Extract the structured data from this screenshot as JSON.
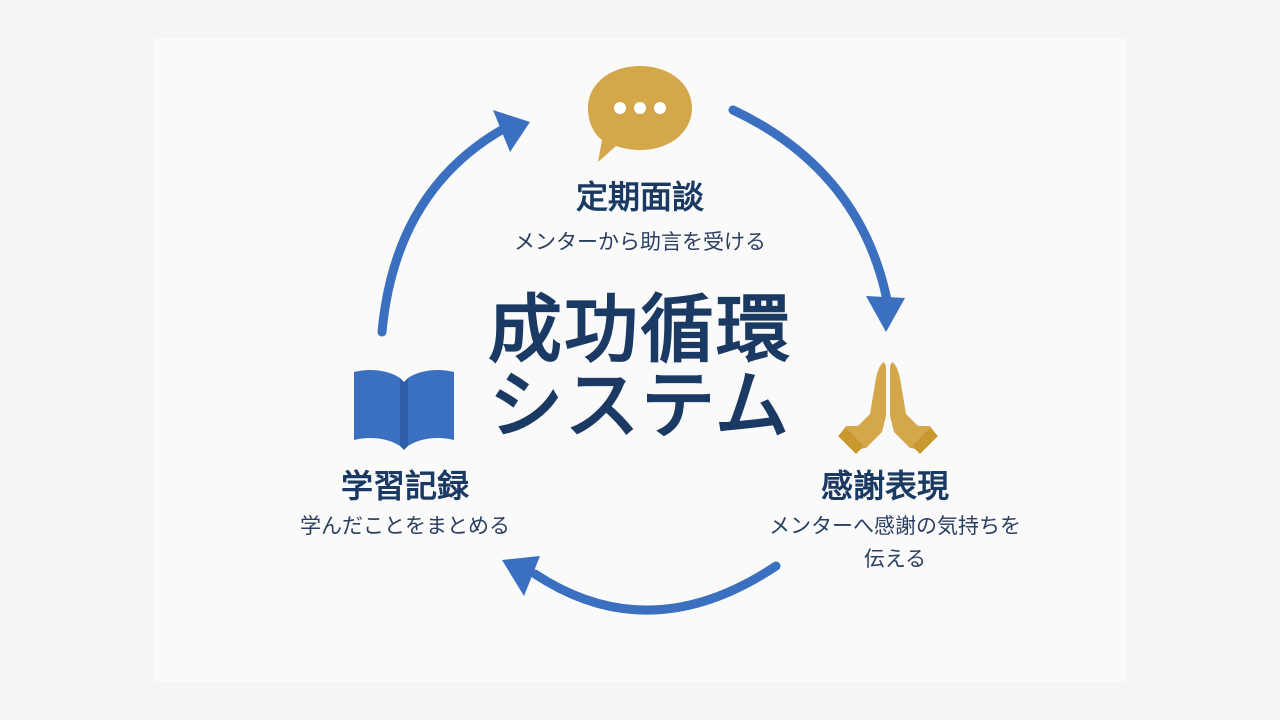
{
  "center": {
    "line1": "成功循環",
    "line2": "システム"
  },
  "nodes": [
    {
      "title": "定期面談",
      "desc": "メンターから助言を受ける",
      "icon": "speech-bubble-icon"
    },
    {
      "title": "感謝表現",
      "desc_line1": "メンターへ感謝の気持ちを",
      "desc_line2": "伝える",
      "icon": "praying-hands-icon"
    },
    {
      "title": "学習記録",
      "desc": "学んだことをまとめる",
      "icon": "open-book-icon"
    }
  ],
  "colors": {
    "arrow": "#3b6fbf",
    "icon_gold": "#d4a84a",
    "icon_blue": "#3b6fbf",
    "text_dark": "#1b3a63"
  }
}
